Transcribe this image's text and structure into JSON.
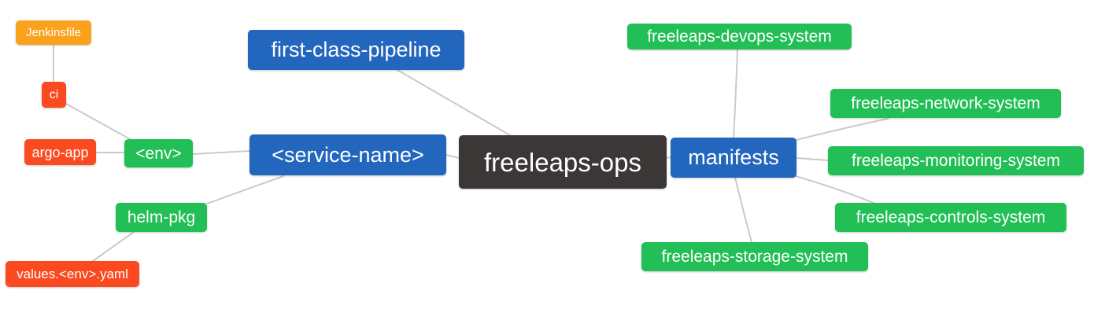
{
  "diagram": {
    "type": "mindmap",
    "background": "#ffffff",
    "palette": {
      "root_node": "#3b3737",
      "branch_node": "#2366be",
      "leaf_green": "#21bf55",
      "leaf_red": "#fb4a1f",
      "leaf_orange": "#fba21c",
      "edge": "#cacaca",
      "node_text": "#ffffff"
    }
  },
  "nodes": {
    "root": {
      "label": "freeleaps-ops"
    },
    "first_class_pipeline": {
      "label": "first-class-pipeline"
    },
    "service_name": {
      "label": "<service-name>"
    },
    "manifests": {
      "label": "manifests"
    },
    "env": {
      "label": "<env>"
    },
    "helm_pkg": {
      "label": "helm-pkg"
    },
    "ci": {
      "label": "ci"
    },
    "argo_app": {
      "label": "argo-app"
    },
    "jenkinsfile": {
      "label": "Jenkinsfile"
    },
    "values_env_yaml": {
      "label": "values.<env>.yaml"
    },
    "devops_system": {
      "label": "freeleaps-devops-system"
    },
    "network_system": {
      "label": "freeleaps-network-system"
    },
    "monitoring_system": {
      "label": "freeleaps-monitoring-system"
    },
    "controls_system": {
      "label": "freeleaps-controls-system"
    },
    "storage_system": {
      "label": "freeleaps-storage-system"
    }
  },
  "edges": [
    {
      "from": "jenkinsfile",
      "to": "ci"
    },
    {
      "from": "ci",
      "to": "env"
    },
    {
      "from": "argo_app",
      "to": "env"
    },
    {
      "from": "env",
      "to": "service_name"
    },
    {
      "from": "helm_pkg",
      "to": "service_name"
    },
    {
      "from": "values_env_yaml",
      "to": "helm_pkg"
    },
    {
      "from": "first_class_pipeline",
      "to": "root"
    },
    {
      "from": "service_name",
      "to": "root"
    },
    {
      "from": "root",
      "to": "manifests"
    },
    {
      "from": "manifests",
      "to": "devops_system"
    },
    {
      "from": "manifests",
      "to": "network_system"
    },
    {
      "from": "manifests",
      "to": "monitoring_system"
    },
    {
      "from": "manifests",
      "to": "controls_system"
    },
    {
      "from": "manifests",
      "to": "storage_system"
    }
  ]
}
